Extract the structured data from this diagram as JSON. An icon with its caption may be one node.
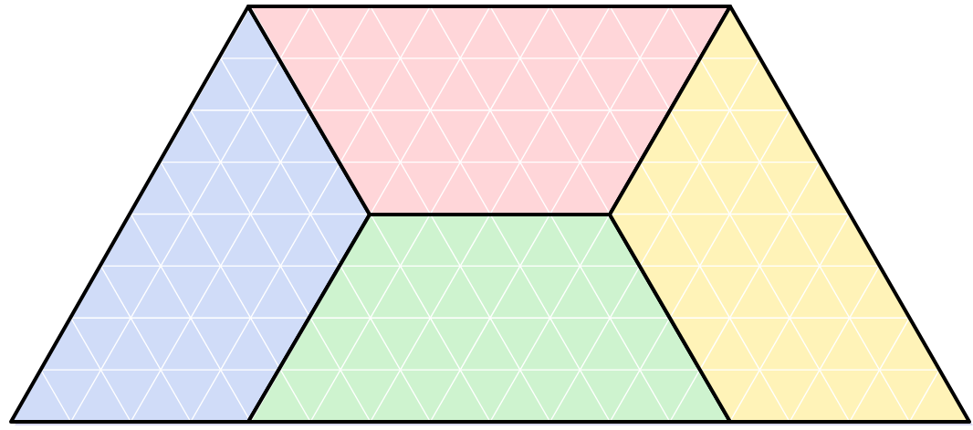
{
  "diagram": {
    "nodes": [
      {
        "text": [],
        "shape": "trapezoid"
      },
      {
        "text": [],
        "shape": "trapezoid"
      },
      {
        "text": [],
        "shape": "trapezoid"
      },
      {
        "text": [],
        "shape": "trapezoid"
      }
    ]
  }
}
